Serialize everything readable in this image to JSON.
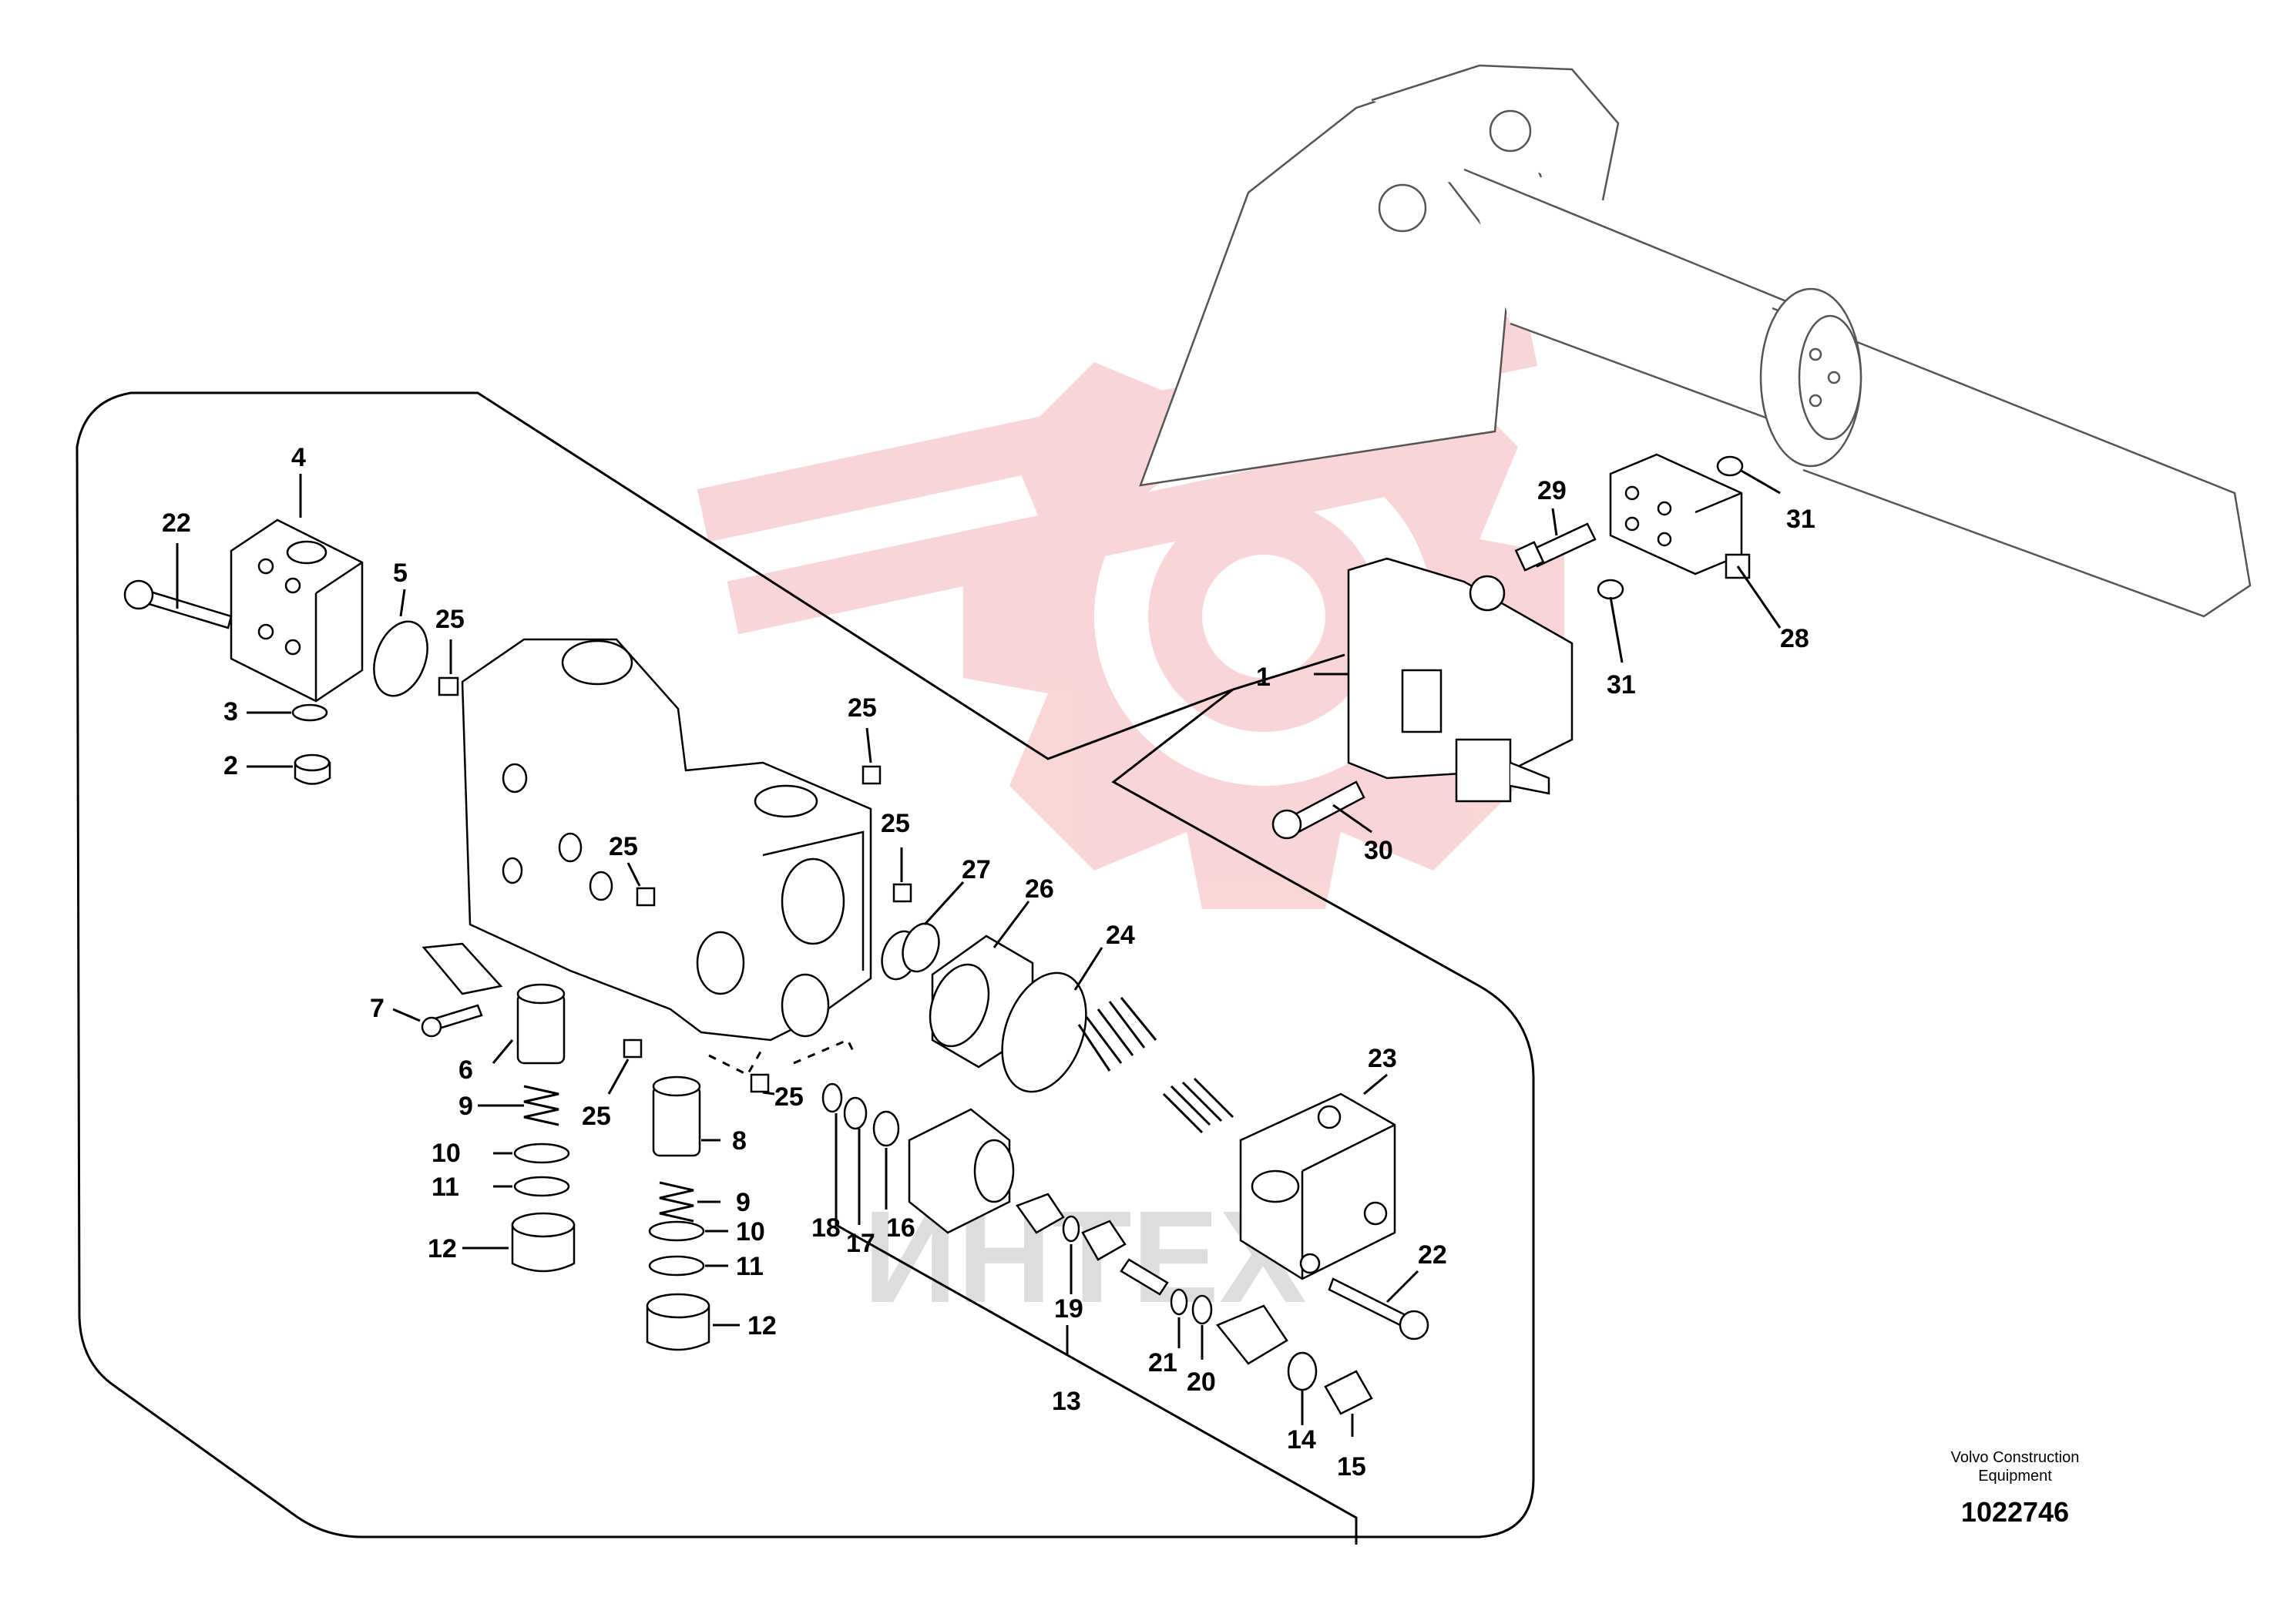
{
  "diagram": {
    "callouts": [
      "1",
      "2",
      "3",
      "4",
      "5",
      "6",
      "7",
      "8",
      "9",
      "9",
      "10",
      "10",
      "11",
      "11",
      "12",
      "12",
      "13",
      "14",
      "15",
      "16",
      "17",
      "18",
      "19",
      "20",
      "21",
      "22",
      "22",
      "23",
      "24",
      "25",
      "25",
      "25",
      "25",
      "25",
      "25",
      "26",
      "27",
      "28",
      "29",
      "30",
      "31",
      "31"
    ],
    "watermark_text": "ИНТЕХ",
    "colors": {
      "watermark": "#f2a0a4",
      "line": "#000000"
    }
  },
  "footer": {
    "brand_line1": "Volvo Construction",
    "brand_line2": "Equipment",
    "doc_number": "1022746"
  }
}
